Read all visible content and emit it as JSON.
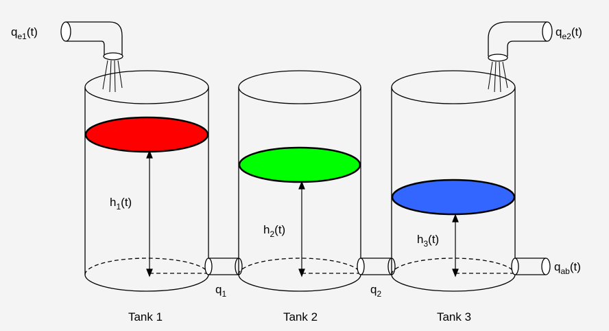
{
  "colors": {
    "tank1_liquid": "#ff0000",
    "tank2_liquid": "#00ff00",
    "tank3_liquid": "#3366ff",
    "background": "#f4f4f4",
    "stroke": "#000000"
  },
  "inflows": {
    "qe1": {
      "base": "q",
      "sub": "e1",
      "suffix": "(t)"
    },
    "qe2": {
      "base": "q",
      "sub": "e2",
      "suffix": "(t)"
    }
  },
  "outflow": {
    "base": "q",
    "sub": "ab",
    "suffix": "(t)"
  },
  "connections": [
    {
      "base": "q",
      "sub": "1"
    },
    {
      "base": "q",
      "sub": "2"
    }
  ],
  "tanks": [
    {
      "name": "Tank 1",
      "level_base": "h",
      "level_sub": "1",
      "level_suffix": "(t)"
    },
    {
      "name": "Tank 2",
      "level_base": "h",
      "level_sub": "2",
      "level_suffix": "(t)"
    },
    {
      "name": "Tank 3",
      "level_base": "h",
      "level_sub": "3",
      "level_suffix": "(t)"
    }
  ]
}
